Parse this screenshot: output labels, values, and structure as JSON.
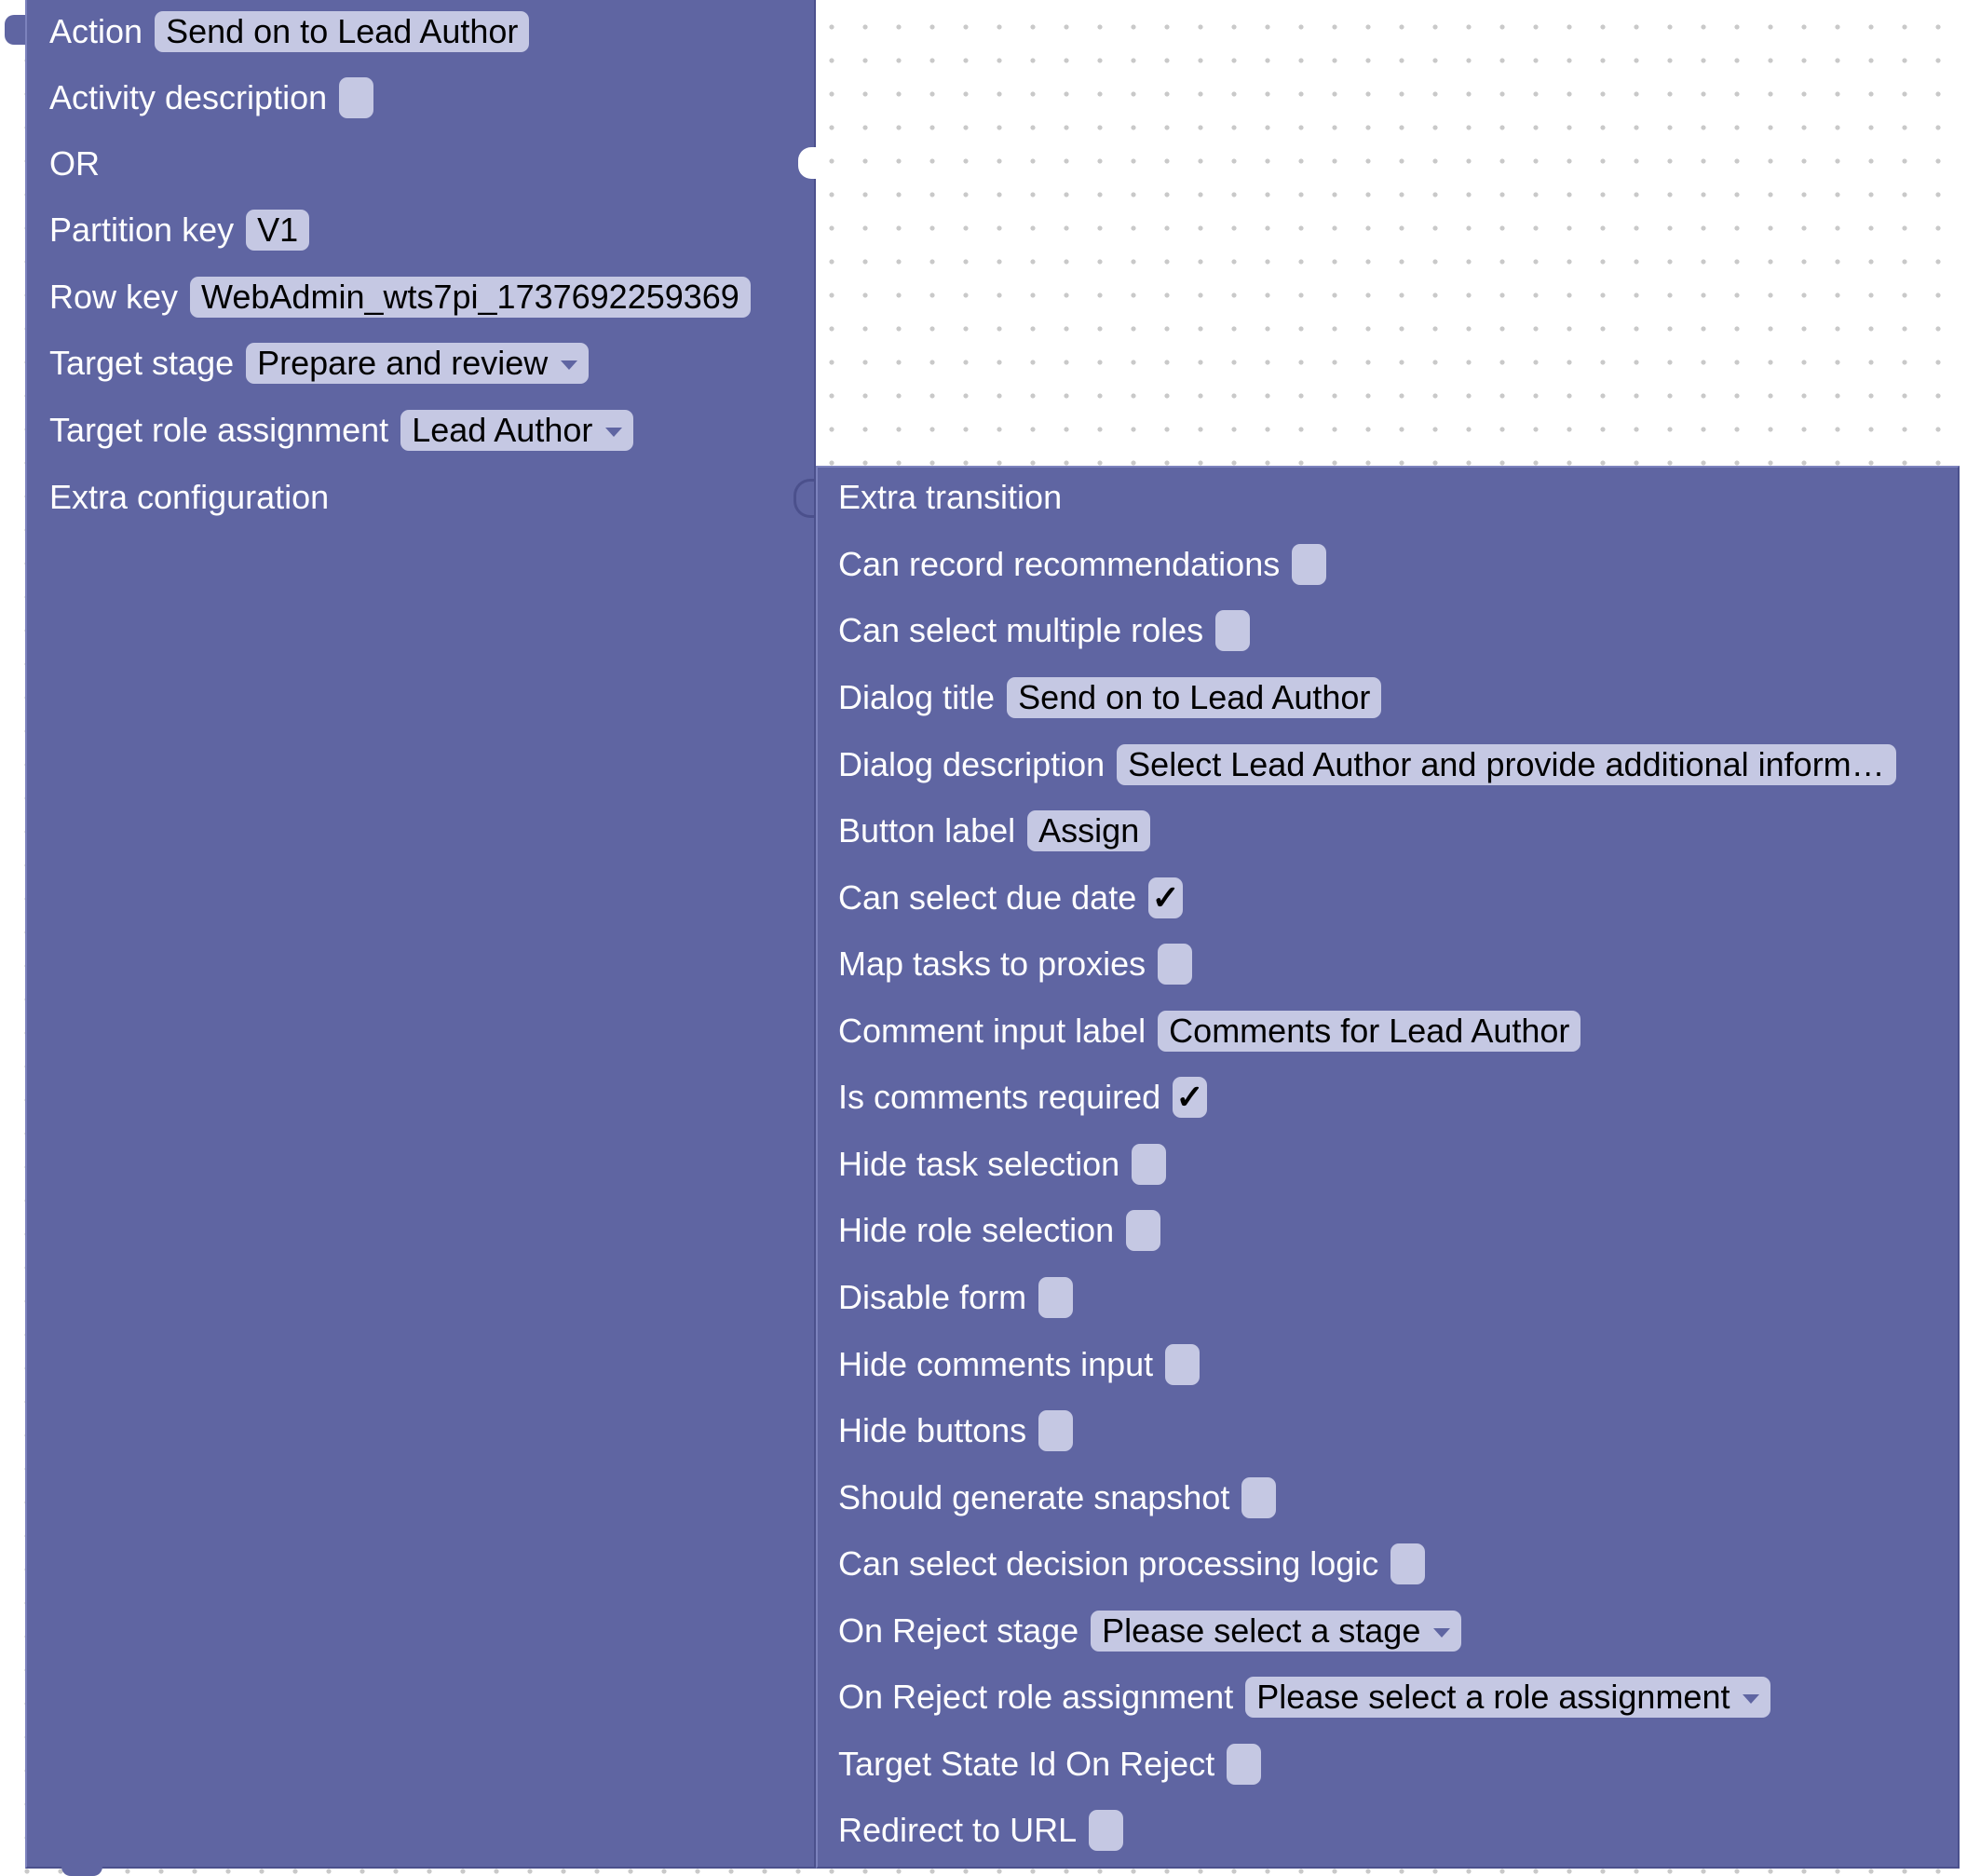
{
  "main_block": {
    "action": {
      "label": "Action",
      "value": "Send on to Lead Author"
    },
    "activity_description": {
      "label": "Activity description",
      "checked": false
    },
    "or_label": "OR",
    "partition_key": {
      "label": "Partition key",
      "value": "V1"
    },
    "row_key": {
      "label": "Row key",
      "value": "WebAdmin_wts7pi_1737692259369"
    },
    "target_stage": {
      "label": "Target stage",
      "value": "Prepare and review"
    },
    "target_role_assignment": {
      "label": "Target role assignment",
      "value": "Lead Author"
    },
    "extra_configuration": {
      "label": "Extra configuration"
    }
  },
  "extra_block": {
    "title": "Extra transition",
    "can_record_recommendations": {
      "label": "Can record recommendations",
      "checked": false
    },
    "can_select_multiple_roles": {
      "label": "Can select multiple roles",
      "checked": false
    },
    "dialog_title": {
      "label": "Dialog title",
      "value": "Send on to Lead Author"
    },
    "dialog_description": {
      "label": "Dialog description",
      "value": "Select Lead Author and provide additional inform…"
    },
    "button_label": {
      "label": "Button label",
      "value": "Assign"
    },
    "can_select_due_date": {
      "label": "Can select due date",
      "checked": true
    },
    "map_tasks_to_proxies": {
      "label": "Map tasks to proxies",
      "checked": false
    },
    "comment_input_label": {
      "label": "Comment input label",
      "value": "Comments for Lead Author"
    },
    "is_comments_required": {
      "label": "Is comments required",
      "checked": true
    },
    "hide_task_selection": {
      "label": "Hide task selection",
      "checked": false
    },
    "hide_role_selection": {
      "label": "Hide role selection",
      "checked": false
    },
    "disable_form": {
      "label": "Disable form",
      "checked": false
    },
    "hide_comments_input": {
      "label": "Hide comments input",
      "checked": false
    },
    "hide_buttons": {
      "label": "Hide buttons",
      "checked": false
    },
    "should_generate_snapshot": {
      "label": "Should generate snapshot",
      "checked": false
    },
    "can_select_decision_processing_logic": {
      "label": "Can select decision processing logic",
      "checked": false
    },
    "on_reject_stage": {
      "label": "On Reject stage",
      "value": "Please select a stage"
    },
    "on_reject_role_assignment": {
      "label": "On Reject role assignment",
      "value": "Please select a role assignment"
    },
    "target_state_id_on_reject": {
      "label": "Target State Id On Reject",
      "value": ""
    },
    "redirect_to_url": {
      "label": "Redirect to URL",
      "value": ""
    }
  },
  "check_mark": "✓",
  "colors": {
    "block": "#5f65a2",
    "field": "#c5c8e3",
    "canvas_dot": "#c9c9c9",
    "previous_block_nub": "#6fa34f"
  }
}
